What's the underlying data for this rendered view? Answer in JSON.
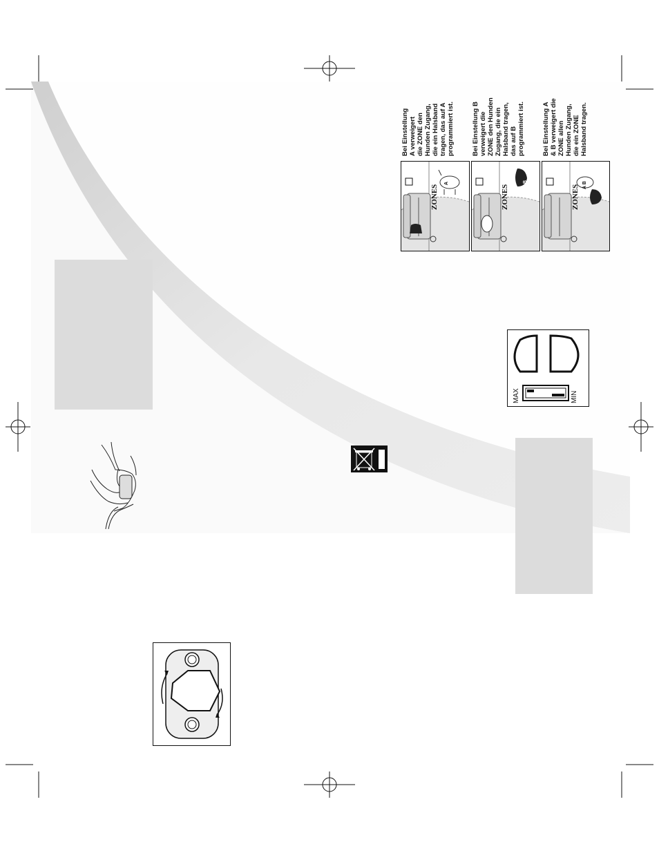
{
  "zones_panels": [
    {
      "id": "A",
      "collar_tag": "A",
      "brand": "ZONES",
      "caption_lines": [
        "Bei Einstellung",
        "A verweigert",
        "die ZONE den",
        "Hunden Zugang,",
        "die ein Halsband",
        "tragen, das auf A",
        "programmiert ist."
      ]
    },
    {
      "id": "B",
      "collar_tag": "B",
      "brand": "ZONES",
      "caption_lines": [
        "Bei Einstellung B",
        "verweigert die",
        "ZONE den Hunden",
        "Zugang, die ein",
        "Halsband tragen,",
        "das auf B",
        "programmiert ist."
      ]
    },
    {
      "id": "AB",
      "collar_tag": "A B",
      "brand": "ZONES",
      "caption_lines": [
        "Bei Einstellung A",
        "& B verweigert die",
        "ZONE allen",
        "Hunden Zugang,",
        "die ein ZONE",
        "Halsband tragen."
      ]
    }
  ],
  "range_slider": {
    "max_label": "MAX",
    "min_label": "MIN"
  },
  "icons": {
    "disposal": "crossed-out-wheelie-bin-icon",
    "rotate": "rotate-arrows-icon",
    "hand": "hand-adjusting-collar-icon"
  },
  "colors": {
    "sidebar_gray": "#dcdcdc",
    "swoosh_gray": "#e6e6e6",
    "ink": "#111111"
  }
}
